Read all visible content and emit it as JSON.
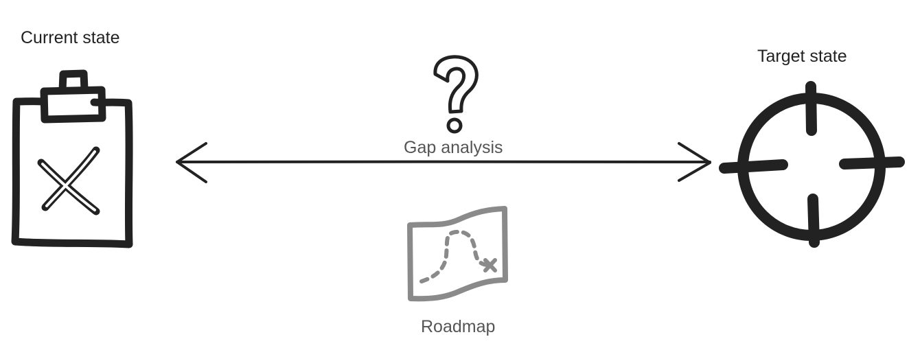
{
  "labels": {
    "current_state": "Current state",
    "target_state": "Target state",
    "gap_analysis": "Gap analysis",
    "roadmap": "Roadmap"
  },
  "colors": {
    "ink": "#222222",
    "muted_ink": "#555555",
    "roadmap_ink": "#8a8a8a",
    "background": "#ffffff"
  },
  "icons": {
    "current_state": "clipboard-x-icon",
    "question": "question-mark-icon",
    "target_state": "crosshair-target-icon",
    "roadmap": "treasure-map-icon",
    "connector": "double-headed-arrow"
  }
}
